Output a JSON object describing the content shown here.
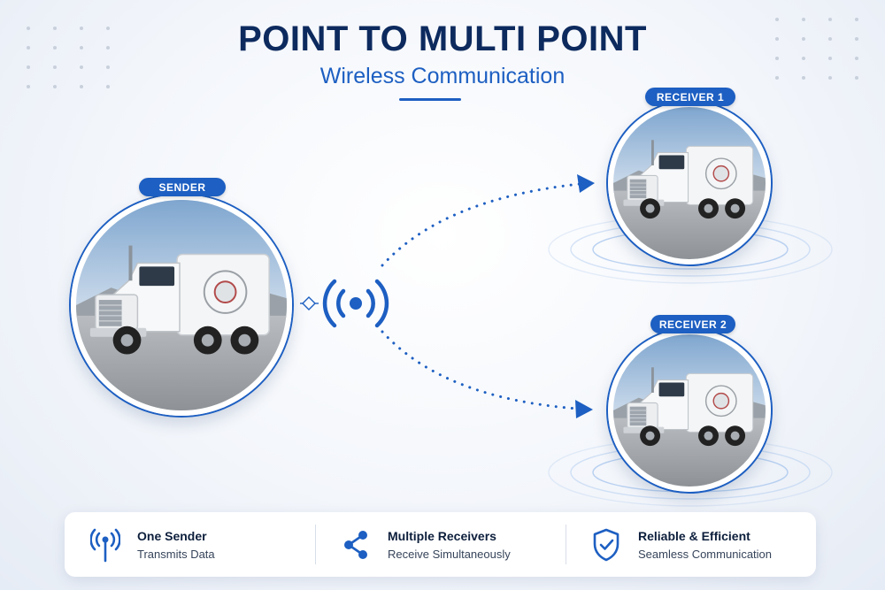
{
  "header": {
    "title": "POINT TO MULTI POINT",
    "subtitle": "Wireless Communication"
  },
  "nodes": {
    "sender": {
      "badge": "SENDER"
    },
    "receiver1": {
      "badge": "RECEIVER 1"
    },
    "receiver2": {
      "badge": "RECEIVER 2"
    }
  },
  "features": [
    {
      "title": "One Sender",
      "subtitle": "Transmits Data",
      "icon": "antenna-icon"
    },
    {
      "title": "Multiple Receivers",
      "subtitle": "Receive Simultaneously",
      "icon": "share-icon"
    },
    {
      "title": "Reliable & Efficient",
      "subtitle": "Seamless Communication",
      "icon": "shield-check-icon"
    }
  ],
  "colors": {
    "accent": "#1d5fc2",
    "title": "#0d2a5e",
    "background": "#f3f6fb"
  }
}
